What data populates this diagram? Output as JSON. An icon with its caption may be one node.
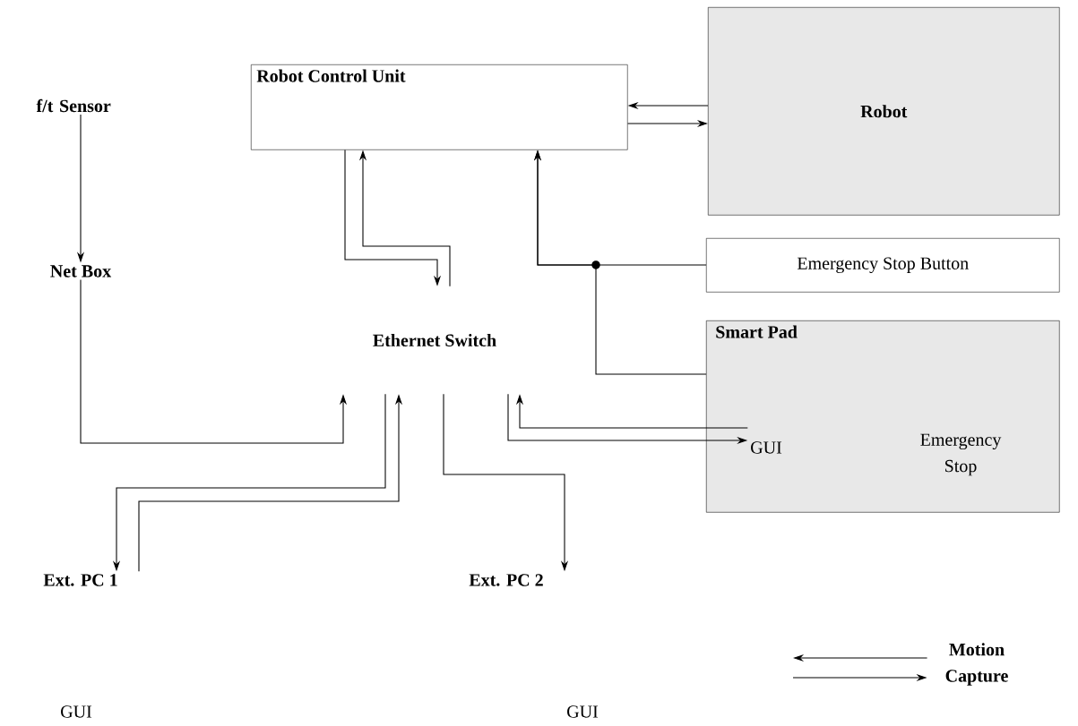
{
  "diagram": {
    "nodes": [
      {
        "text": [
          "Robot Control Unit"
        ]
      },
      {
        "text": [
          "f/t Sensor"
        ]
      },
      {
        "text": [
          "Net Box"
        ]
      },
      {
        "text": [
          "Ethernet Switch"
        ]
      },
      {
        "text": [
          "Robot"
        ]
      },
      {
        "text": [
          "Emergency Stop Button"
        ]
      },
      {
        "text": [
          "Smart Pad"
        ]
      },
      {
        "text": [
          "GUI"
        ],
        "in": 6
      },
      {
        "text": [
          "Emergency Stop"
        ],
        "in": 6
      },
      {
        "text": [
          "Ext. PC 1"
        ]
      },
      {
        "text": [
          "GUI"
        ]
      },
      {
        "text": [
          "Ext. PC 2"
        ]
      },
      {
        "text": [
          "GUI"
        ]
      },
      {
        "text": [
          "Motion Capture"
        ]
      }
    ],
    "edges": [
      {
        "from": 1,
        "to": 2,
        "arrow": "to"
      },
      {
        "from": 2,
        "to": 3,
        "arrow": "to"
      },
      {
        "from": 4,
        "to": 0,
        "arrow": "to"
      },
      {
        "from": 0,
        "to": 4,
        "arrow": "to"
      },
      {
        "from": 0,
        "to": 3,
        "arrow": "to"
      },
      {
        "from": 3,
        "to": 0,
        "arrow": "to"
      },
      {
        "from": 5,
        "to": 0,
        "arrow": "to"
      },
      {
        "from": 6,
        "to": 0,
        "arrow": "to"
      },
      {
        "from": 3,
        "to": 9,
        "arrow": "to"
      },
      {
        "from": 9,
        "to": 3,
        "arrow": "to"
      },
      {
        "from": 3,
        "to": 11,
        "arrow": "to"
      },
      {
        "from": 3,
        "to": 7,
        "arrow": "to"
      },
      {
        "from": 7,
        "to": 3,
        "arrow": "to"
      },
      {
        "from": 13,
        "to": null,
        "arrow": "to"
      },
      {
        "from": null,
        "to": 13,
        "arrow": "to"
      }
    ]
  }
}
